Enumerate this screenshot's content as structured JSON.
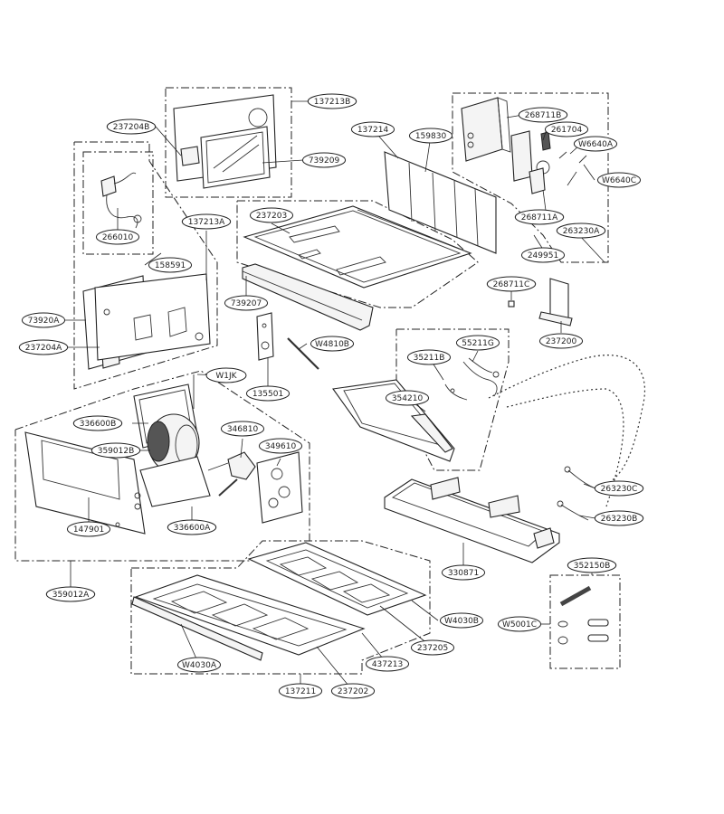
{
  "callouts": [
    {
      "id": "c_137213B",
      "label": "137213B"
    },
    {
      "id": "c_237204B",
      "label": "237204B"
    },
    {
      "id": "c_739209",
      "label": "739209"
    },
    {
      "id": "c_137214",
      "label": "137214"
    },
    {
      "id": "c_159830",
      "label": "159830"
    },
    {
      "id": "c_268711B",
      "label": "268711B"
    },
    {
      "id": "c_261704",
      "label": "261704"
    },
    {
      "id": "c_W6640A",
      "label": "W6640A"
    },
    {
      "id": "c_W6640C",
      "label": "W6640C"
    },
    {
      "id": "c_268711A",
      "label": "268711A"
    },
    {
      "id": "c_263230A",
      "label": "263230A"
    },
    {
      "id": "c_249951",
      "label": "249951"
    },
    {
      "id": "c_266010",
      "label": "266010"
    },
    {
      "id": "c_137213A",
      "label": "137213A"
    },
    {
      "id": "c_237203",
      "label": "237203"
    },
    {
      "id": "c_158591",
      "label": "158591"
    },
    {
      "id": "c_739207",
      "label": "739207"
    },
    {
      "id": "c_268711C",
      "label": "268711C"
    },
    {
      "id": "c_237200",
      "label": "237200"
    },
    {
      "id": "c_73920A",
      "label": "73920A"
    },
    {
      "id": "c_237204A",
      "label": "237204A"
    },
    {
      "id": "c_W4810B",
      "label": "W4810B"
    },
    {
      "id": "c_55211G",
      "label": "55211G"
    },
    {
      "id": "c_35211B",
      "label": "35211B"
    },
    {
      "id": "c_W1JK",
      "label": "W1JK"
    },
    {
      "id": "c_135501",
      "label": "135501"
    },
    {
      "id": "c_354210",
      "label": "354210"
    },
    {
      "id": "c_336600B",
      "label": "336600B"
    },
    {
      "id": "c_346810",
      "label": "346810"
    },
    {
      "id": "c_359012B",
      "label": "359012B"
    },
    {
      "id": "c_349610",
      "label": "349610"
    },
    {
      "id": "c_263230C",
      "label": "263230C"
    },
    {
      "id": "c_263230B",
      "label": "263230B"
    },
    {
      "id": "c_147901",
      "label": "147901"
    },
    {
      "id": "c_336600A",
      "label": "336600A"
    },
    {
      "id": "c_330871",
      "label": "330871"
    },
    {
      "id": "c_352150B",
      "label": "352150B"
    },
    {
      "id": "c_359012A",
      "label": "359012A"
    },
    {
      "id": "c_W4030B",
      "label": "W4030B"
    },
    {
      "id": "c_W5001C",
      "label": "W5001C"
    },
    {
      "id": "c_237205",
      "label": "237205"
    },
    {
      "id": "c_437213",
      "label": "437213"
    },
    {
      "id": "c_W4030A",
      "label": "W4030A"
    },
    {
      "id": "c_137211",
      "label": "137211"
    },
    {
      "id": "c_237202",
      "label": "237202"
    }
  ]
}
